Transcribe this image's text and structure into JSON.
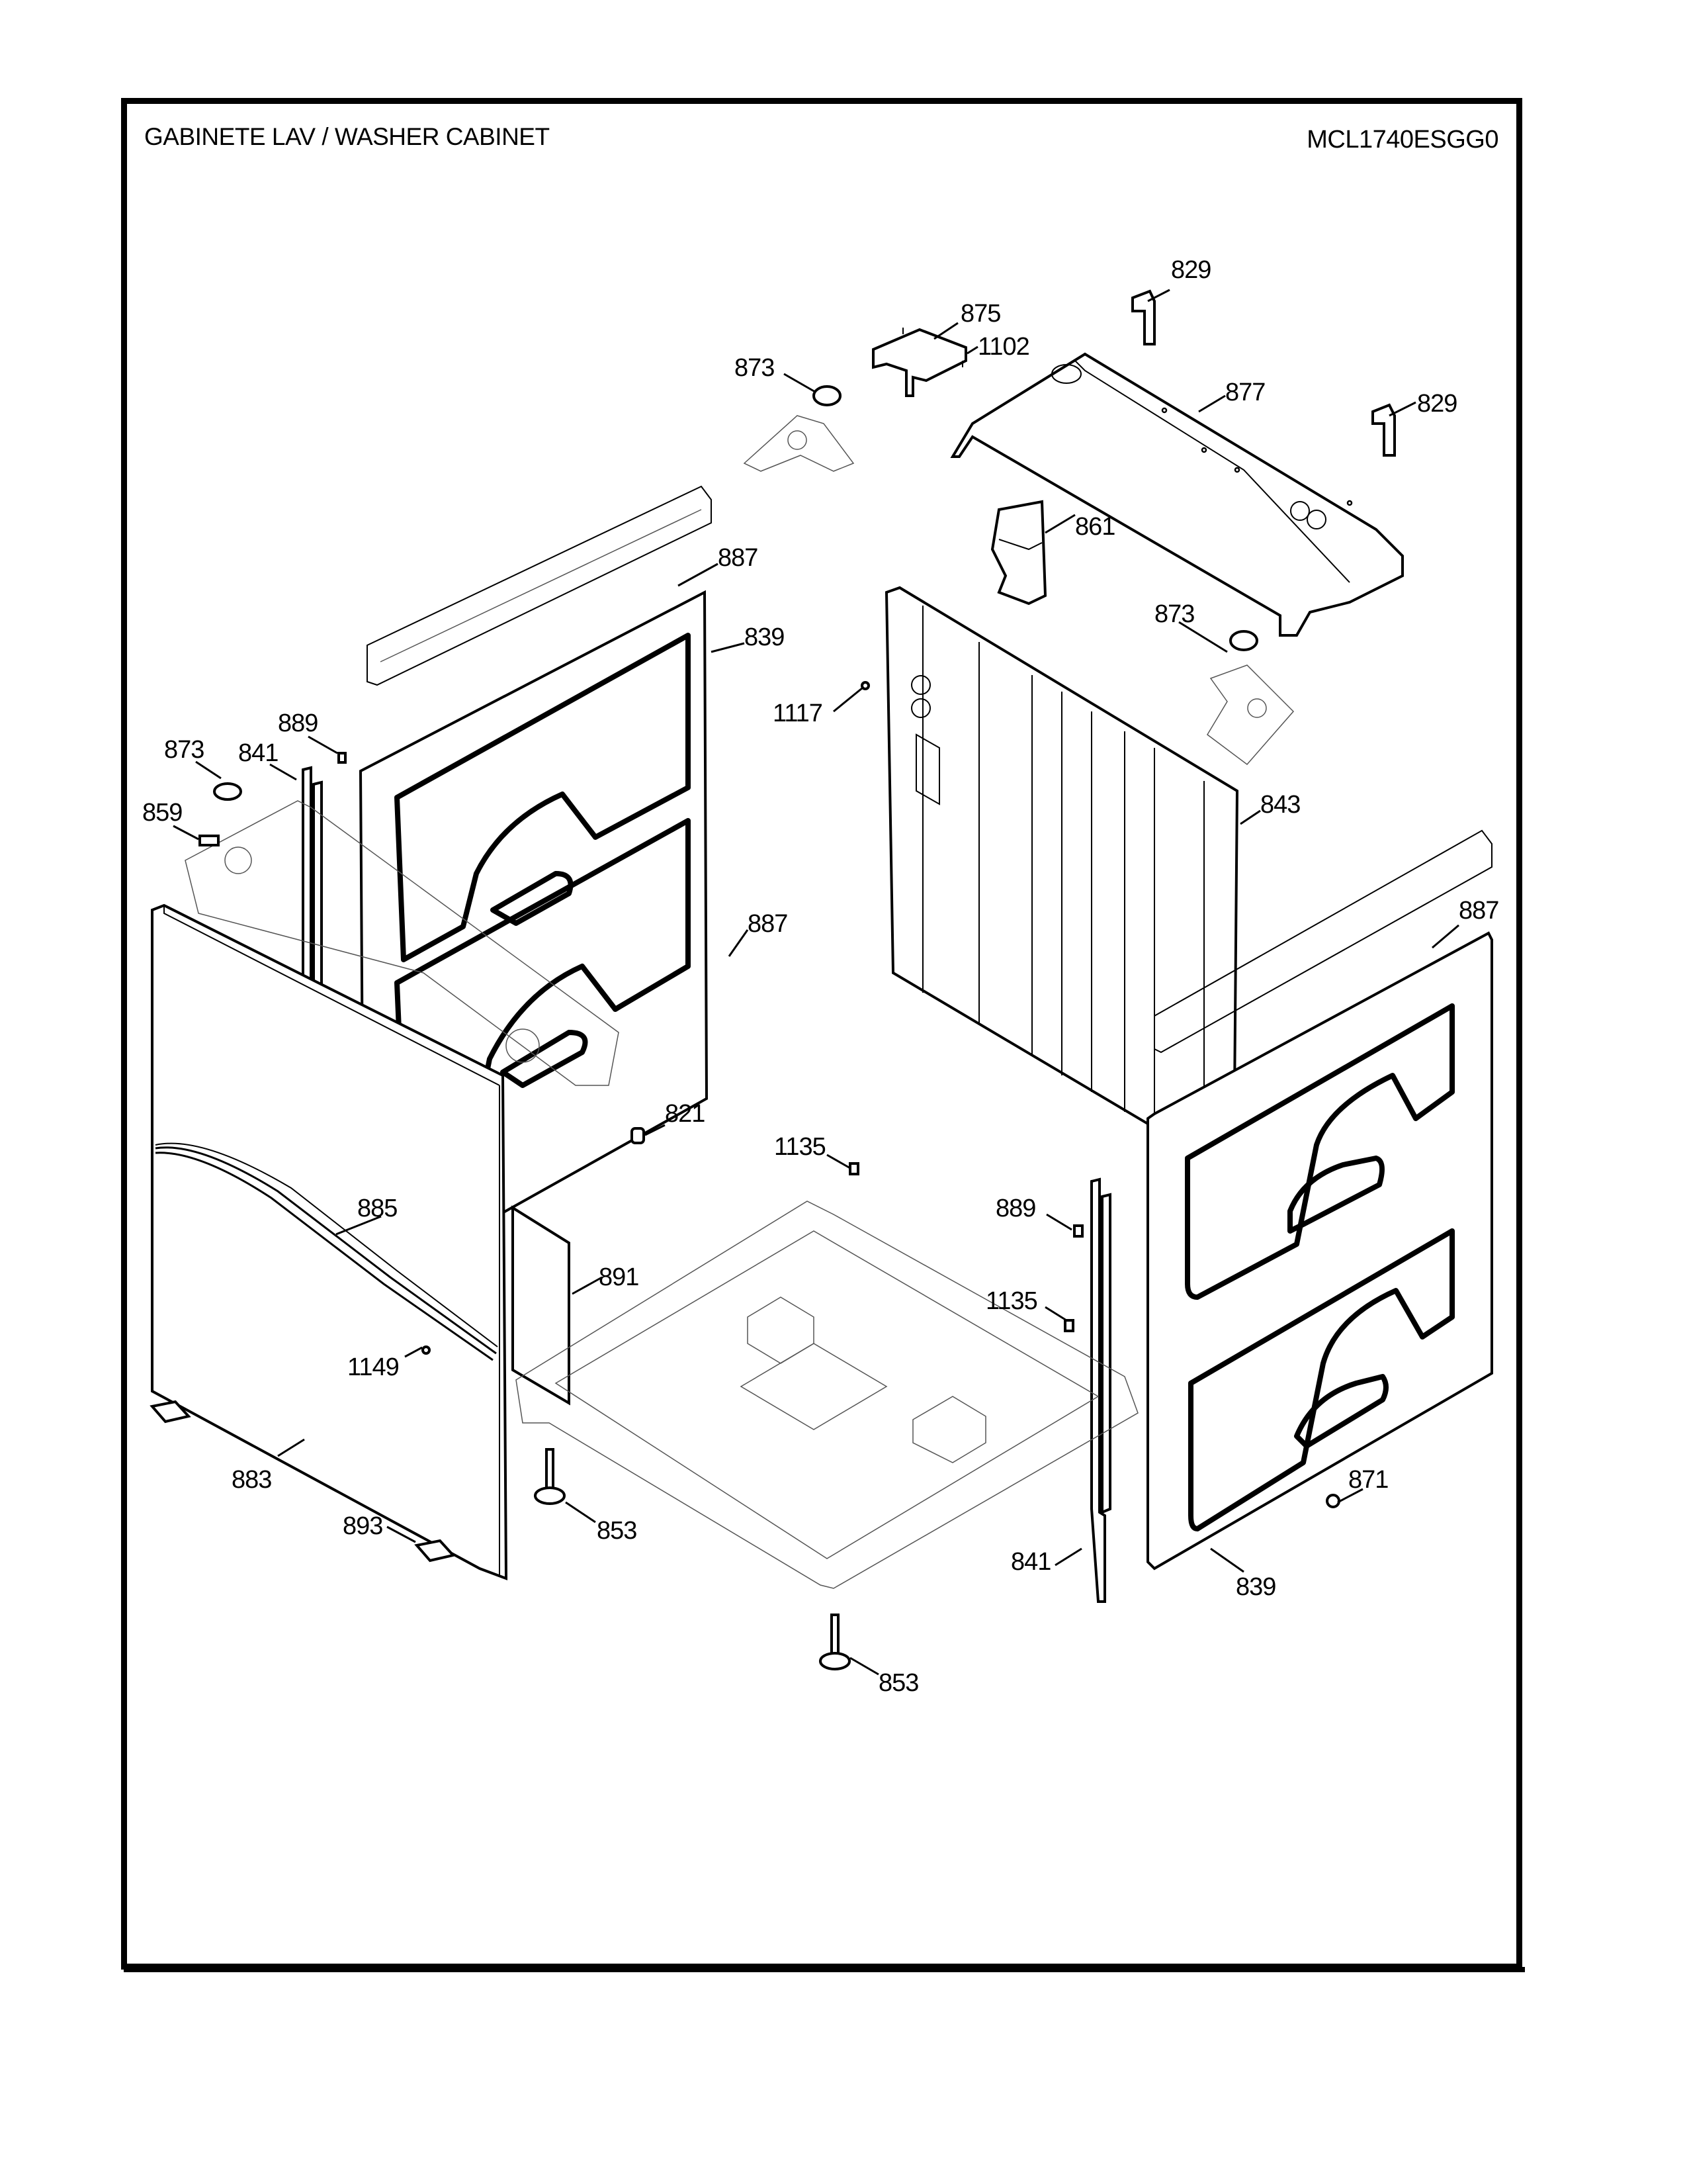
{
  "header": {
    "title": "GABINETE LAV / WASHER CABINET",
    "model": "MCL1740ESGG0"
  },
  "callouts": [
    {
      "id": "c829a",
      "label": "829",
      "part": "top-bracket-right-upper"
    },
    {
      "id": "c875",
      "label": "875",
      "part": "bracket-cover"
    },
    {
      "id": "c1102",
      "label": "1102",
      "part": "screw"
    },
    {
      "id": "c873a",
      "label": "873",
      "part": "grommet-top-left"
    },
    {
      "id": "c877",
      "label": "877",
      "part": "top-cover-rear"
    },
    {
      "id": "c829b",
      "label": "829",
      "part": "top-bracket-right-lower"
    },
    {
      "id": "c861",
      "label": "861",
      "part": "duct"
    },
    {
      "id": "c887a",
      "label": "887",
      "part": "screw-top-left-panel"
    },
    {
      "id": "c873b",
      "label": "873",
      "part": "grommet-right"
    },
    {
      "id": "c839a",
      "label": "839",
      "part": "side-panel-left"
    },
    {
      "id": "c1117",
      "label": "1117",
      "part": "screw-rear"
    },
    {
      "id": "c889a",
      "label": "889",
      "part": "clip-left"
    },
    {
      "id": "c873c",
      "label": "873",
      "part": "grommet-left"
    },
    {
      "id": "c841a",
      "label": "841",
      "part": "corner-strip-left"
    },
    {
      "id": "c843",
      "label": "843",
      "part": "rear-panel"
    },
    {
      "id": "c859",
      "label": "859",
      "part": "clip-front"
    },
    {
      "id": "c887b",
      "label": "887",
      "part": "screw-side-left"
    },
    {
      "id": "c887c",
      "label": "887",
      "part": "screw-side-right"
    },
    {
      "id": "c821",
      "label": "821",
      "part": "bushing"
    },
    {
      "id": "c1135a",
      "label": "1135",
      "part": "clip-base-upper"
    },
    {
      "id": "c885",
      "label": "885",
      "part": "front-panel-trim"
    },
    {
      "id": "c889b",
      "label": "889",
      "part": "clip-right"
    },
    {
      "id": "c891",
      "label": "891",
      "part": "insulation-pad"
    },
    {
      "id": "c1135b",
      "label": "1135",
      "part": "clip-base-lower"
    },
    {
      "id": "c1149",
      "label": "1149",
      "part": "screw-front"
    },
    {
      "id": "c883",
      "label": "883",
      "part": "front-panel"
    },
    {
      "id": "c871",
      "label": "871",
      "part": "nut"
    },
    {
      "id": "c893",
      "label": "893",
      "part": "hinge-plate"
    },
    {
      "id": "c853a",
      "label": "853",
      "part": "leveling-leg-front"
    },
    {
      "id": "c841b",
      "label": "841",
      "part": "corner-strip-right"
    },
    {
      "id": "c839b",
      "label": "839",
      "part": "side-panel-right"
    },
    {
      "id": "c853b",
      "label": "853",
      "part": "leveling-leg-rear"
    }
  ]
}
